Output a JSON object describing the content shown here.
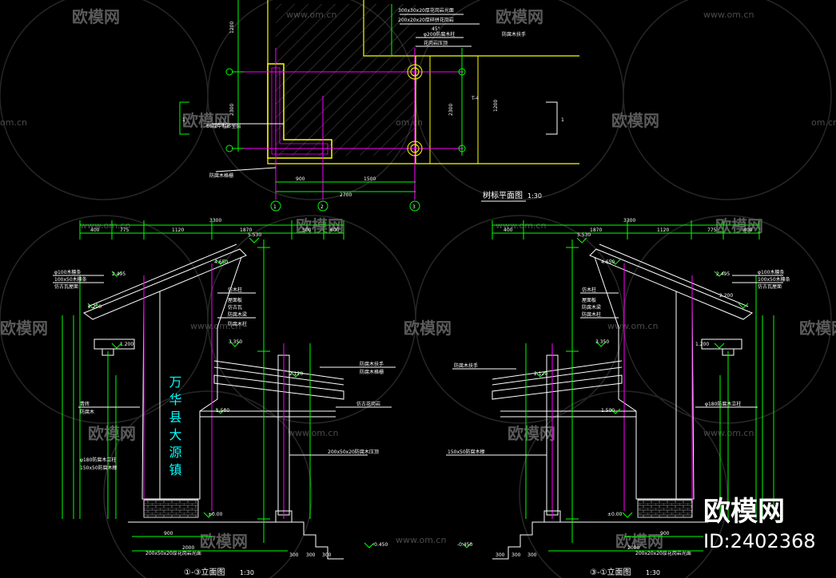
{
  "watermark": {
    "brand": "欧模网",
    "url": "www.om.cn",
    "url_short": "om.cn"
  },
  "plan": {
    "title": "树标平面图",
    "scale": "1:30",
    "axes": [
      "1",
      "2",
      "3"
    ],
    "section_marks": [
      "1",
      "1"
    ],
    "dims": {
      "bottom_left": "900",
      "bottom_right": "1500",
      "bottom_total": "2700",
      "left_top": "1200",
      "left_mid": "2300",
      "right_mid": "2300",
      "right_small": "T-4",
      "right_mid2": "1200"
    },
    "notes": [
      "300x30x20厚花岗岩光面",
      "200x20x20厚碎拼花岗岩",
      "45°",
      "φ200防腐木柱",
      "防腐木扶手",
      "花岗岩压顶",
      "80厚中粗砂垫层",
      "防腐木格栅"
    ]
  },
  "elev_left": {
    "title": "①-③立面图",
    "scale": "1:30",
    "top_total": "3300",
    "top_dims": [
      "400",
      "775",
      "1120",
      "1870",
      "300",
      "600"
    ],
    "vertical_text": "万华县大源镇",
    "levels": [
      "5.530",
      "4.650",
      "2.495",
      "2.200",
      "3.350",
      "2.120",
      "1.500",
      "1.200",
      "±0.00",
      "-0.450"
    ],
    "bottom_dims": [
      "900",
      "2000",
      "300",
      "300",
      "300"
    ],
    "notes": [
      "φ100木檩条",
      "100x50木檩条",
      "仿古瓦屋面",
      "仿木柱",
      "屋面板",
      "仿古瓦",
      "防腐木梁",
      "防腐木柱",
      "防腐木扶手",
      "防腐木格栅",
      "仿古花岗岩",
      "青砖",
      "防腐木",
      "φ180防腐木立柱",
      "150x50防腐木椽",
      "200x50x20防腐木压顶",
      "200x50x20厚花岗岩光面"
    ]
  },
  "elev_right": {
    "title": "③-①立面图",
    "scale": "1:30",
    "top_total": "3300",
    "top_dims": [
      "400",
      "1870",
      "1120",
      "775",
      "400"
    ],
    "levels": [
      "5.530",
      "4.650",
      "2.495",
      "2.200",
      "3.350",
      "2.120",
      "1.500",
      "1.200",
      "±0.00",
      "-0.450"
    ],
    "bottom_dims": [
      "300",
      "300",
      "300",
      "900",
      "2000"
    ],
    "notes": [
      "φ100木檩条",
      "100x50木檩条",
      "仿古瓦屋面",
      "仿木柱",
      "屋面板",
      "防腐木梁",
      "防腐木柱",
      "防腐木扶手",
      "φ180防腐木立柱",
      "150x50防腐木椽",
      "200x20x20厚花岗岩光面"
    ]
  },
  "corner_brand": {
    "name": "欧模网",
    "id": "ID:2402368"
  },
  "colors": {
    "background": "#000000",
    "dimension": "#00ff00",
    "outline": "#ffffff",
    "axis": "#ff00ff",
    "plan_wall": "#ffff00",
    "text_cyan": "#00ffff"
  }
}
